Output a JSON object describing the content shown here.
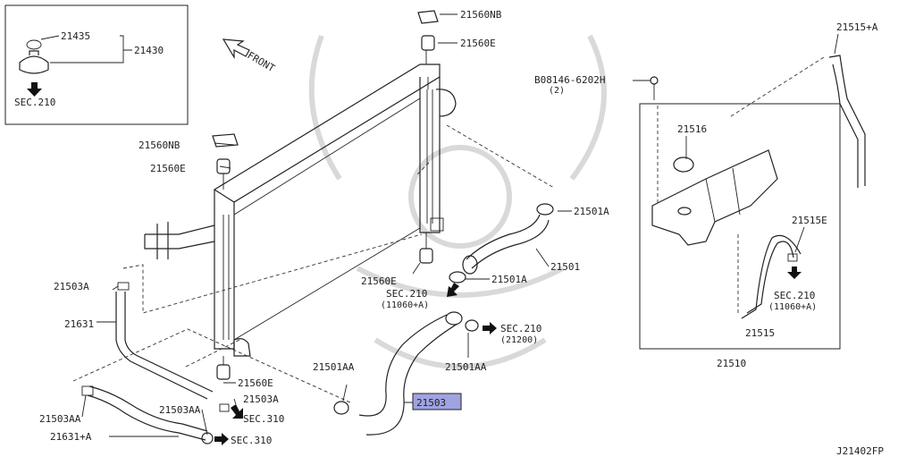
{
  "diagram": {
    "code": "J21402FP",
    "front_label": "FRONT",
    "highlighted_part": "21503",
    "highlight_color": "#9fa3e0",
    "inset": {
      "labels": [
        "21435",
        "21430",
        "SEC.210"
      ]
    },
    "labels": {
      "p21560NB_top": "21560NB",
      "p21560E_top": "21560E",
      "p21560NB_left": "21560NB",
      "p21560E_left": "21560E",
      "bolt": "B08146-6202H",
      "bolt_qty": "(2)",
      "p21515A": "21515+A",
      "p21516": "21516",
      "p21515E": "21515E",
      "p21515": "21515",
      "p21510": "21510",
      "sec210_right": "SEC.210",
      "sec210_right_sub": "(11060+A)",
      "p21501A_top": "21501A",
      "p21501": "21501",
      "p21501A_mid": "21501A",
      "sec210_mid": "SEC.210",
      "sec210_mid_sub": "(11060+A)",
      "p21560E_mid": "21560E",
      "sec210_low": "SEC.210",
      "sec210_low_sub": "(21200)",
      "p21501AA_right": "21501AA",
      "p21501AA_left": "21501AA",
      "p21503": "21503",
      "p21503A_top": "21503A",
      "p21631": "21631",
      "p21560E_low": "21560E",
      "p21503A_low": "21503A",
      "sec310_a": "SEC.310",
      "p21503AA_left": "21503AA",
      "p21503AA_mid": "21503AA",
      "p21631A": "21631+A",
      "sec310_b": "SEC.310"
    }
  }
}
